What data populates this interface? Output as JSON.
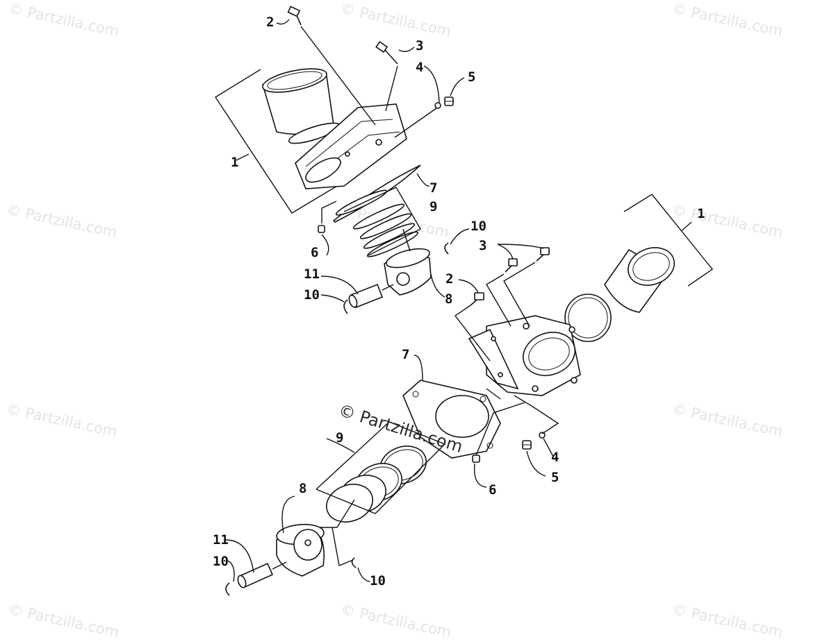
{
  "watermarks": {
    "corner_text": "© Partzilla.com",
    "center_text": "© Partzilla.com"
  },
  "callouts": {
    "upper": {
      "c1": "1",
      "c2": "2",
      "c3": "3",
      "c4": "4",
      "c5": "5",
      "c6": "6",
      "c7": "7",
      "c8": "8",
      "c9": "9",
      "c10a": "10",
      "c10b": "10",
      "c11": "11"
    },
    "lower": {
      "c1": "1",
      "c2": "2",
      "c3": "3",
      "c4": "4",
      "c5": "5",
      "c6": "6",
      "c7": "7",
      "c8": "8",
      "c9": "9",
      "c10a": "10",
      "c10b": "10",
      "c11": "11"
    }
  },
  "colors": {
    "line": "#111111",
    "watermark": "#e4e4e4",
    "background": "#ffffff"
  }
}
